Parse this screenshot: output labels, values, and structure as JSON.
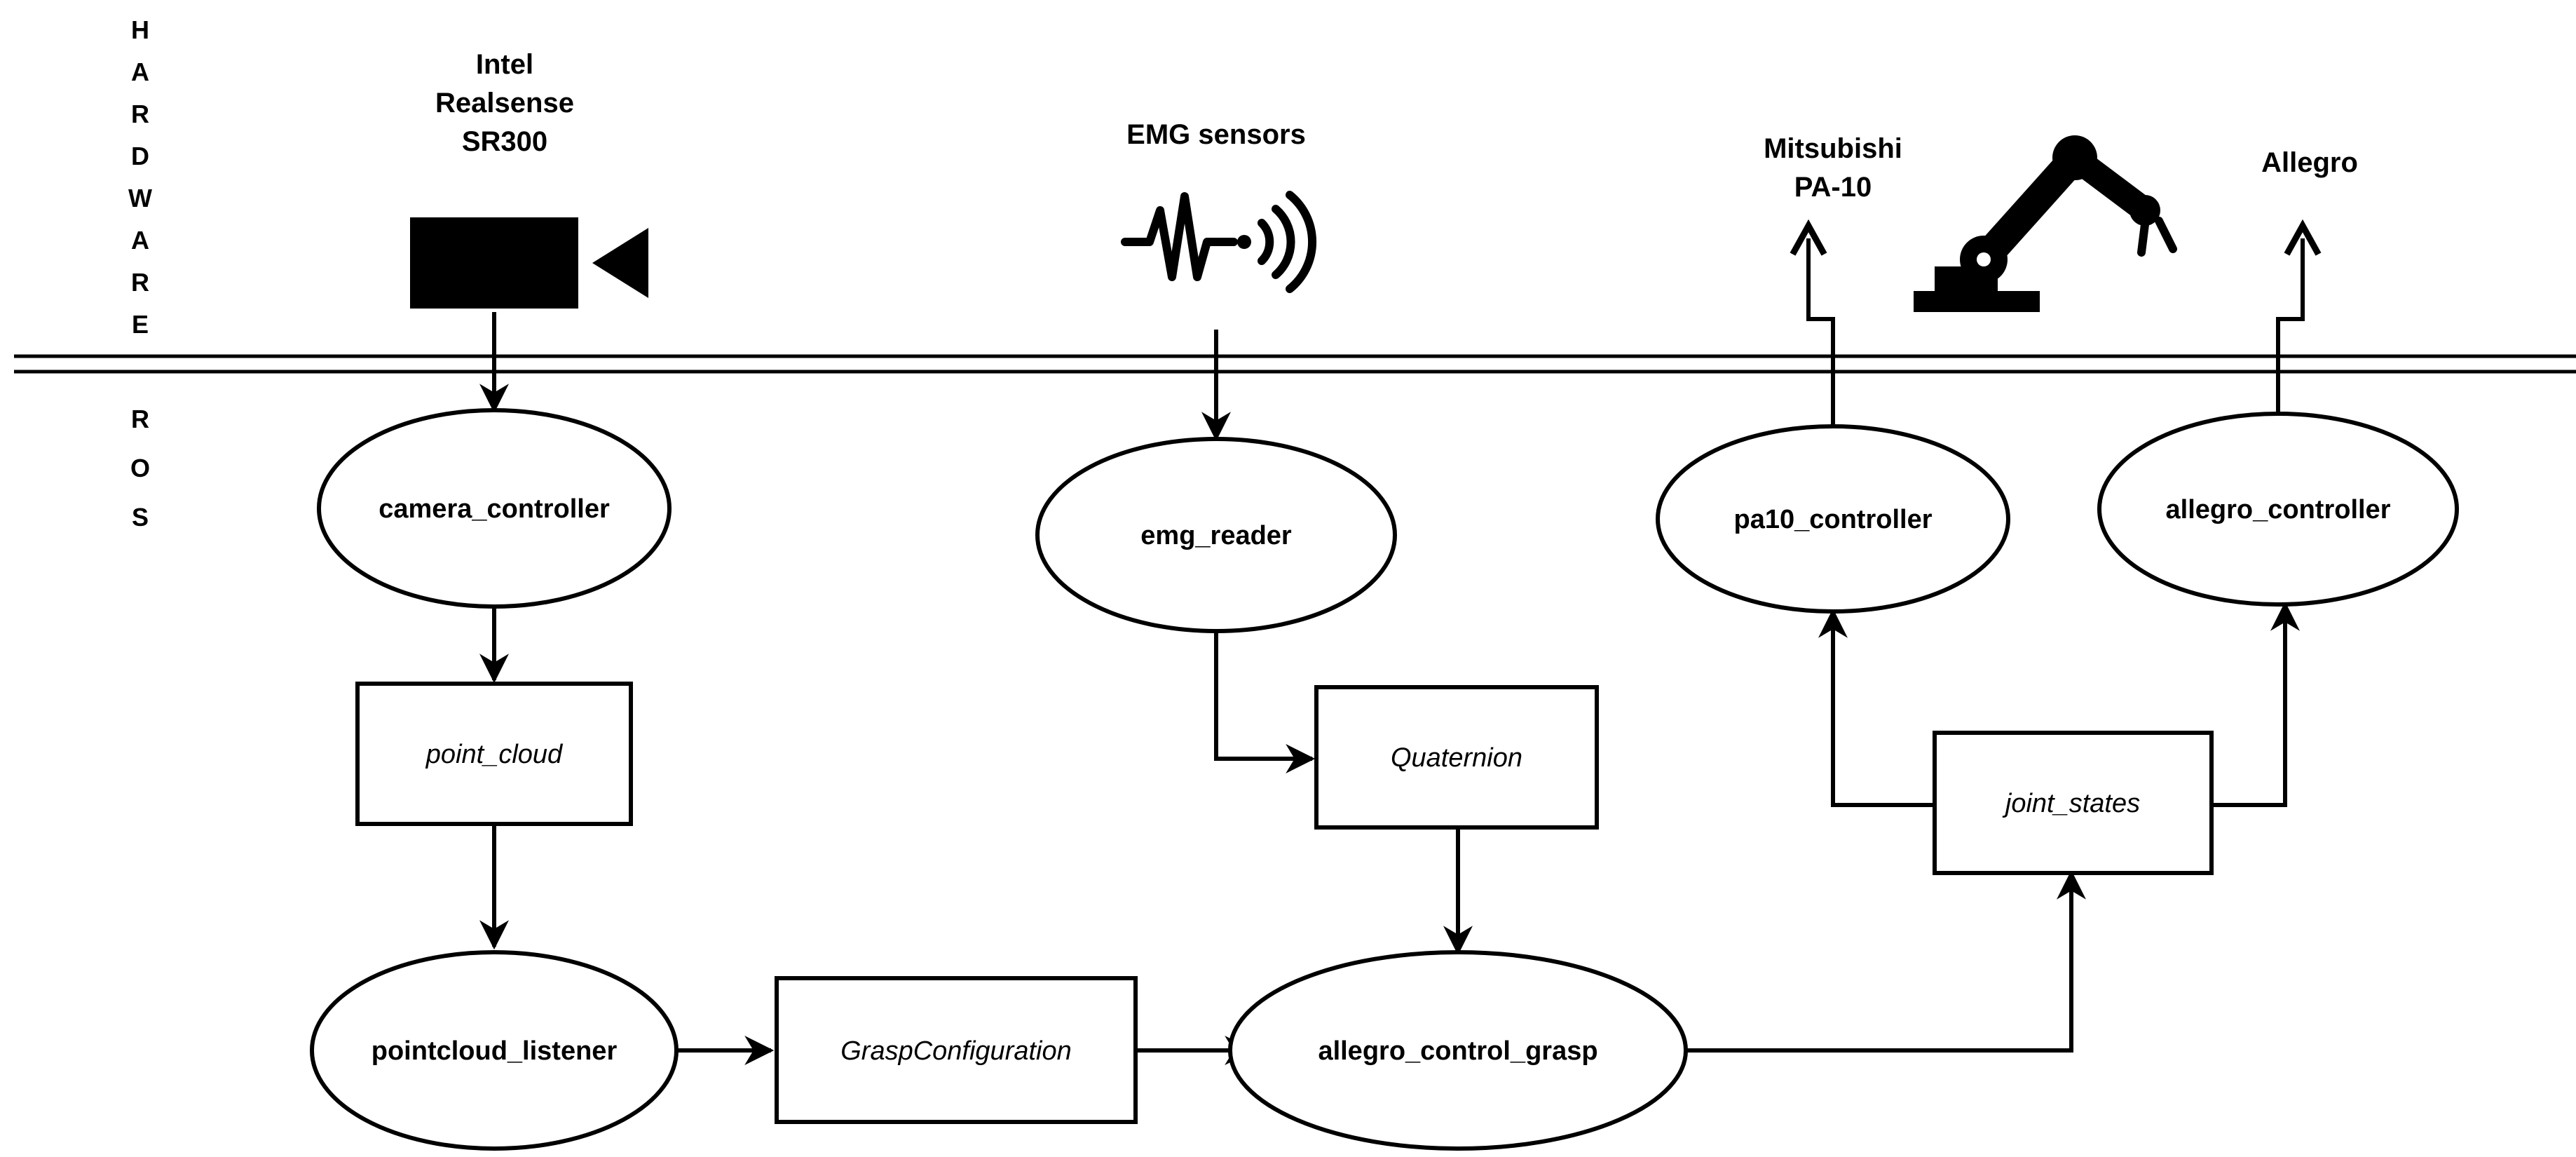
{
  "layers": {
    "hardware_letters": [
      "H",
      "A",
      "R",
      "D",
      "W",
      "A",
      "R",
      "E"
    ],
    "ros_letters": [
      "R",
      "O",
      "S"
    ]
  },
  "hardware": {
    "camera_label_lines": [
      "Intel",
      "Realsense",
      "SR300"
    ],
    "emg_label": "EMG sensors",
    "mitsubishi_label_lines": [
      "Mitsubishi",
      "PA-10"
    ],
    "allegro_label": "Allegro"
  },
  "nodes": {
    "camera_controller": "camera_controller",
    "emg_reader": "emg_reader",
    "pa10_controller": "pa10_controller",
    "allegro_controller": "allegro_controller",
    "pointcloud_listener": "pointcloud_listener",
    "allegro_control_grasp": "allegro_control_grasp"
  },
  "topics": {
    "point_cloud": "point_cloud",
    "quaternion": "Quaternion",
    "joint_states": "joint_states",
    "grasp_configuration": "GraspConfiguration"
  },
  "icons": [
    "camera-icon",
    "emg-sensor-icon",
    "robot-arm-icon"
  ],
  "colors": {
    "stroke": "#000000",
    "background": "#ffffff"
  }
}
